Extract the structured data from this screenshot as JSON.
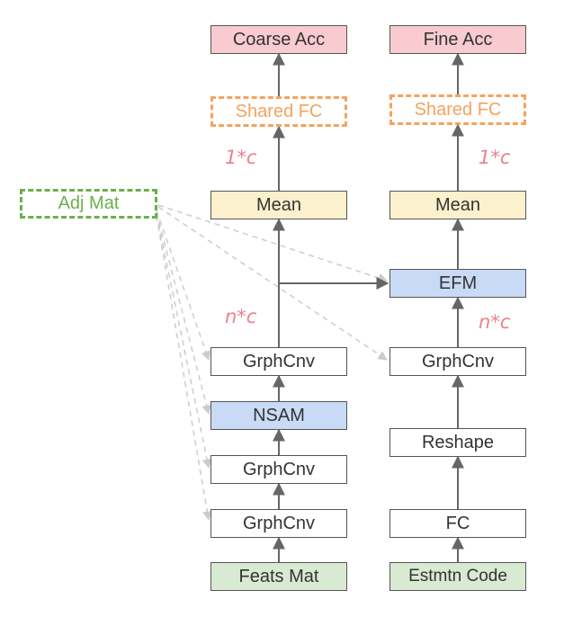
{
  "colors": {
    "acc_fill": "#f8cbd0",
    "shared_border": "#f4a35f",
    "shared_text": "#f4a35f",
    "mean_fill": "#fdf0cc",
    "blue_fill": "#c9daf6",
    "feats_fill": "#d9ead3",
    "adj_border": "#6ab04c",
    "adj_text": "#6ab04c",
    "edge": "#666666",
    "adj_edge": "#cccccc",
    "label": "#e8838d"
  },
  "left": {
    "acc": "Coarse Acc",
    "shared_fc": "Shared FC",
    "mean": "Mean",
    "gconv1": "GrphCnv",
    "nsam": "NSAM",
    "gconv2": "GrphCnv",
    "gconv3": "GrphCnv",
    "input": "Feats Mat",
    "label_pooled": "1*c",
    "label_nodes": "n*c"
  },
  "right": {
    "acc": "Fine Acc",
    "shared_fc": "Shared FC",
    "mean": "Mean",
    "efm": "EFM",
    "gconv": "GrphCnv",
    "reshape": "Reshape",
    "fc": "FC",
    "input": "Estmtn Code",
    "label_pooled": "1*c",
    "label_nodes": "n*c"
  },
  "adj": "Adj Mat"
}
